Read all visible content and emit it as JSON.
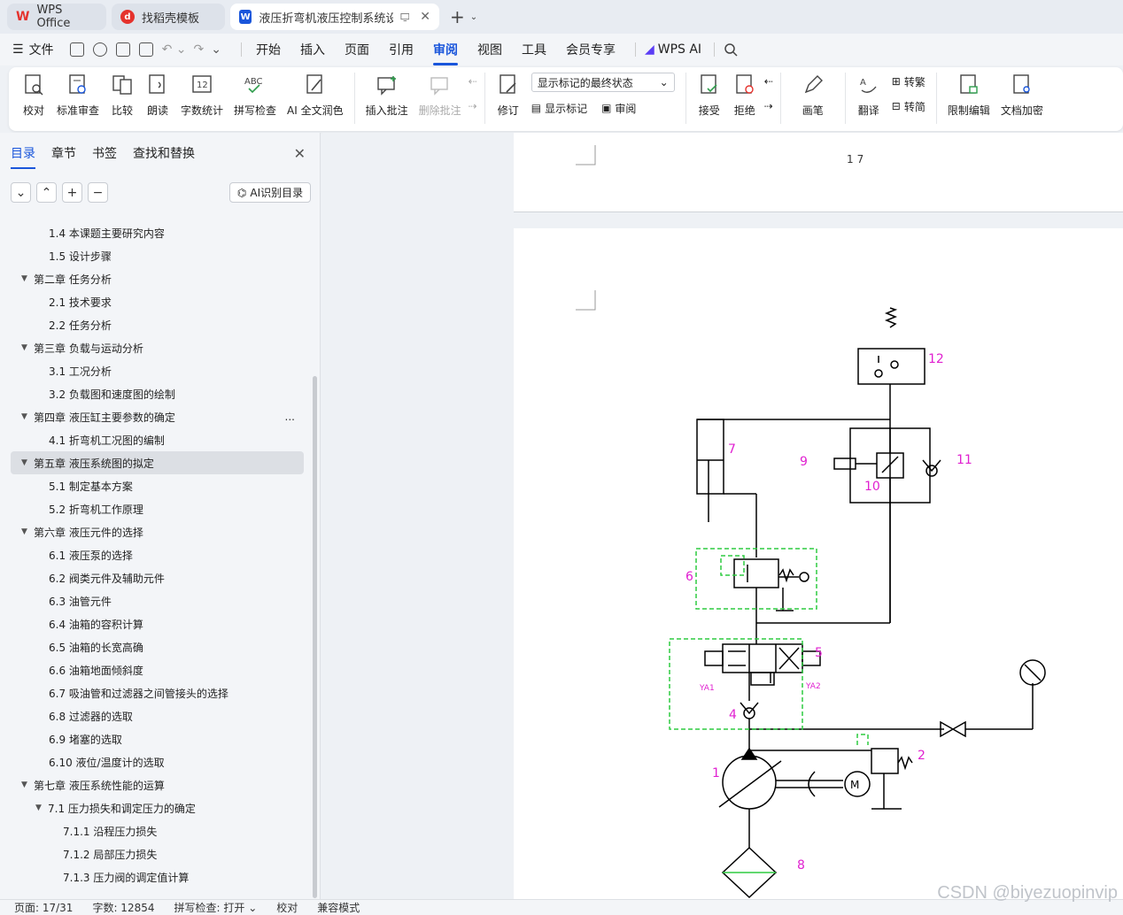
{
  "tabs": [
    {
      "label": "WPS Office",
      "icon": "wps-logo-icon",
      "color": "#e5322d",
      "active": false
    },
    {
      "label": "找稻壳模板",
      "icon": "docer-icon",
      "color": "#e5322d",
      "active": false
    },
    {
      "label": "液压折弯机液压控制系统设计",
      "icon": "word-doc-icon",
      "color": "#1a56db",
      "active": true
    }
  ],
  "menu": {
    "file": "文件",
    "items": [
      "开始",
      "插入",
      "页面",
      "引用",
      "审阅",
      "视图",
      "工具",
      "会员专享"
    ],
    "active": "审阅",
    "wps_ai": "WPS AI"
  },
  "ribbon": {
    "proofread": "校对",
    "standard_review": "标准审查",
    "compare": "比较",
    "read_aloud": "朗读",
    "word_count": "字数统计",
    "spell_check": "拼写检查",
    "ai_polish": "AI 全文润色",
    "insert_comment": "插入批注",
    "delete_comment": "删除批注",
    "track_changes": "修订",
    "markup_state": "显示标记的最终状态",
    "show_markup": "显示标记",
    "review_pane": "审阅",
    "accept": "接受",
    "reject": "拒绝",
    "pen": "画笔",
    "translate": "翻译",
    "to_traditional": "转繁",
    "to_simplified": "转简",
    "restrict_edit": "限制编辑",
    "doc_encrypt": "文档加密",
    "spell_check_icon_text": "ABC",
    "word_count_icon_text": "12"
  },
  "left_panel": {
    "tabs": [
      "目录",
      "章节",
      "书签",
      "查找和替换"
    ],
    "active_tab": "目录",
    "ai_button": "AI识别目录",
    "toc": [
      {
        "label": "1.4 本课题主要研究内容",
        "level": 2,
        "expandable": false
      },
      {
        "label": "1.5 设计步骤",
        "level": 2,
        "expandable": false
      },
      {
        "label": "第二章  任务分析",
        "level": 1,
        "expandable": true
      },
      {
        "label": "2.1 技术要求",
        "level": 2,
        "expandable": false
      },
      {
        "label": "2.2 任务分析",
        "level": 2,
        "expandable": false
      },
      {
        "label": "第三章  负载与运动分析",
        "level": 1,
        "expandable": true
      },
      {
        "label": "3.1 工况分析",
        "level": 2,
        "expandable": false
      },
      {
        "label": "3.2 负载图和速度图的绘制",
        "level": 2,
        "expandable": false
      },
      {
        "label": "第四章  液压缸主要参数的确定",
        "level": 1,
        "expandable": true,
        "more": "..."
      },
      {
        "label": "4.1 折弯机工况图的编制",
        "level": 2,
        "expandable": false
      },
      {
        "label": "第五章  液压系统图的拟定",
        "level": 1,
        "expandable": true,
        "selected": true
      },
      {
        "label": "5.1  制定基本方案",
        "level": 2,
        "expandable": false
      },
      {
        "label": "5.2 折弯机工作原理",
        "level": 2,
        "expandable": false
      },
      {
        "label": "第六章  液压元件的选择",
        "level": 1,
        "expandable": true
      },
      {
        "label": "6.1  液压泵的选择",
        "level": 2,
        "expandable": false
      },
      {
        "label": "6.2    阀类元件及辅助元件",
        "level": 2,
        "expandable": false
      },
      {
        "label": "6.3  油管元件",
        "level": 2,
        "expandable": false
      },
      {
        "label": "6.4 油箱的容积计算",
        "level": 2,
        "expandable": false
      },
      {
        "label": "6.5 油箱的长宽高确",
        "level": 2,
        "expandable": false
      },
      {
        "label": "6.6 油箱地面倾斜度",
        "level": 2,
        "expandable": false
      },
      {
        "label": "6.7 吸油管和过滤器之间管接头的选择",
        "level": 2,
        "expandable": false
      },
      {
        "label": "6.8 过滤器的选取",
        "level": 2,
        "expandable": false
      },
      {
        "label": "6.9 堵塞的选取",
        "level": 2,
        "expandable": false
      },
      {
        "label": "6.10 液位/温度计的选取",
        "level": 2,
        "expandable": false
      },
      {
        "label": "第七章   液压系统性能的运算",
        "level": 1,
        "expandable": true
      },
      {
        "label": "7.1    压力损失和调定压力的确定",
        "level": 2,
        "expandable": true
      },
      {
        "label": "7.1.1 沿程压力损失",
        "level": 3,
        "expandable": false
      },
      {
        "label": "7.1.2 局部压力损失",
        "level": 3,
        "expandable": false
      },
      {
        "label": "7.1.3 压力阀的调定值计算",
        "level": 3,
        "expandable": false
      }
    ]
  },
  "document": {
    "page_number": "17",
    "diagram_labels": {
      "l1": "1",
      "l2": "2",
      "l4": "4",
      "l5": "5",
      "l6": "6",
      "l7": "7",
      "l8": "8",
      "l9": "9",
      "l10": "10",
      "l11": "11",
      "l12": "12",
      "ya1": "YA1",
      "ya2": "YA2",
      "motor": "M"
    }
  },
  "status": {
    "page": "页面: 17/31",
    "words": "字数: 12854",
    "spell": "拼写检查: 打开",
    "proofread": "校对",
    "compat": "兼容模式"
  },
  "watermark": "CSDN @biyezuopinvip",
  "colors": {
    "accent": "#1a56db",
    "label_magenta": "#e020d0",
    "dashed_green": "#2ecc40"
  }
}
